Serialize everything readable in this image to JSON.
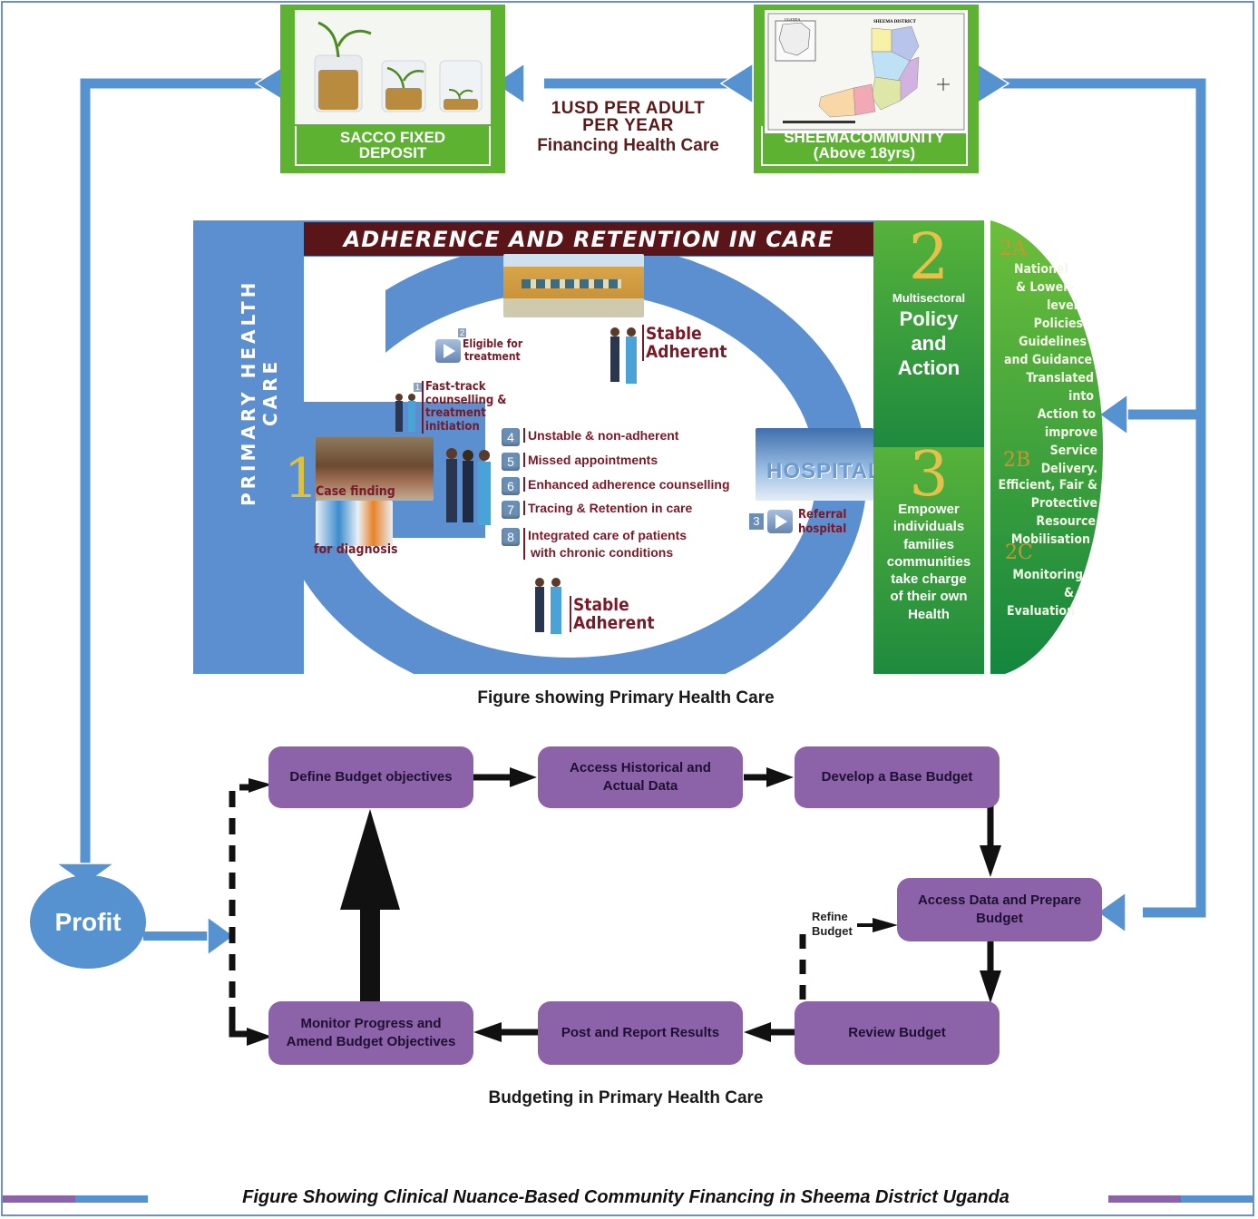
{
  "top": {
    "sacco": {
      "line1": "SACCO FIXED",
      "line2": "DEPOSIT",
      "image": "coin-jars-with-seedlings"
    },
    "community": {
      "line1": "SHEEMACOMMUNITY",
      "line2": "(Above 18yrs)",
      "image": "sheema-district-map",
      "map_title": "SHEEMA DISTRICT",
      "inset_title": "UGANDA"
    },
    "financing": {
      "line1": "1USD PER ADULT",
      "line2": "PER YEAR",
      "line3": "Financing Health Care"
    }
  },
  "phc": {
    "side_title": "PRIMARY HEALTH CARE",
    "banner": "ADHERENCE AND RETENTION IN CARE",
    "step1": {
      "number": "1",
      "label_top": "Case finding",
      "label_bottom": "for diagnosis"
    },
    "eligible": {
      "badge": "2",
      "line1": "Eligible for",
      "line2": "treatment"
    },
    "fasttrack": {
      "badge": "1",
      "lines": [
        "Fast-track",
        "counselling &",
        "treatment",
        "initiation"
      ]
    },
    "stable_top": {
      "line1": "Stable",
      "line2": "Adherent"
    },
    "stable_bottom": {
      "line1": "Stable",
      "line2": "Adherent"
    },
    "referral": {
      "badge": "3",
      "line1": "Referral",
      "line2": "hospital",
      "sign": "HOSPITAL"
    },
    "list": [
      {
        "num": "4",
        "text": "Unstable & non-adherent"
      },
      {
        "num": "5",
        "text": "Missed appointments"
      },
      {
        "num": "6",
        "text": "Enhanced adherence counselling"
      },
      {
        "num": "7",
        "text": "Tracing & Retention in care"
      },
      {
        "num": "8",
        "text": "Integrated care of patients",
        "text2": "with chronic conditions"
      }
    ],
    "col2": {
      "number": "2",
      "small": "Multisectoral",
      "big1": "Policy",
      "big2": "and",
      "big3": "Action"
    },
    "col3": {
      "number": "3",
      "lines": [
        "Empower",
        "individuals",
        "families",
        "communities",
        "take charge",
        "of their own",
        "Health"
      ]
    },
    "crescent": {
      "a_label": "2A",
      "a_lines": [
        "National",
        "& Lower–",
        "level",
        "Policies",
        "Guidelines",
        "and Guidance",
        "Translated into",
        "Action to",
        "improve",
        "Service",
        "Delivery."
      ],
      "b_label": "2B",
      "b_lines": [
        "Efficient, Fair &",
        "Protective",
        "Resource",
        "Mobilisation"
      ],
      "c_label": "2C",
      "c_lines": [
        "Monitoring",
        "&",
        "Evaluation"
      ]
    },
    "caption": "Figure showing Primary Health Care"
  },
  "budget": {
    "boxes": {
      "define": "Define Budget objectives",
      "historical_1": "Access Historical and",
      "historical_2": "Actual Data",
      "base": "Develop a Base Budget",
      "prepare_1": "Access Data and Prepare",
      "prepare_2": "Budget",
      "review": "Review Budget",
      "post": "Post and Report Results",
      "monitor_1": "Monitor Progress and",
      "monitor_2": "Amend Budget Objectives"
    },
    "refine_1": "Refine",
    "refine_2": "Budget",
    "profit": "Profit",
    "caption": "Budgeting in Primary Health Care"
  },
  "footer": {
    "caption": "Figure Showing Clinical Nuance-Based Community Financing in Sheema District Uganda"
  },
  "colors": {
    "blue": "#5592cf",
    "green": "#5db232",
    "purple": "#8c62a8",
    "maroon": "#5a1518"
  }
}
